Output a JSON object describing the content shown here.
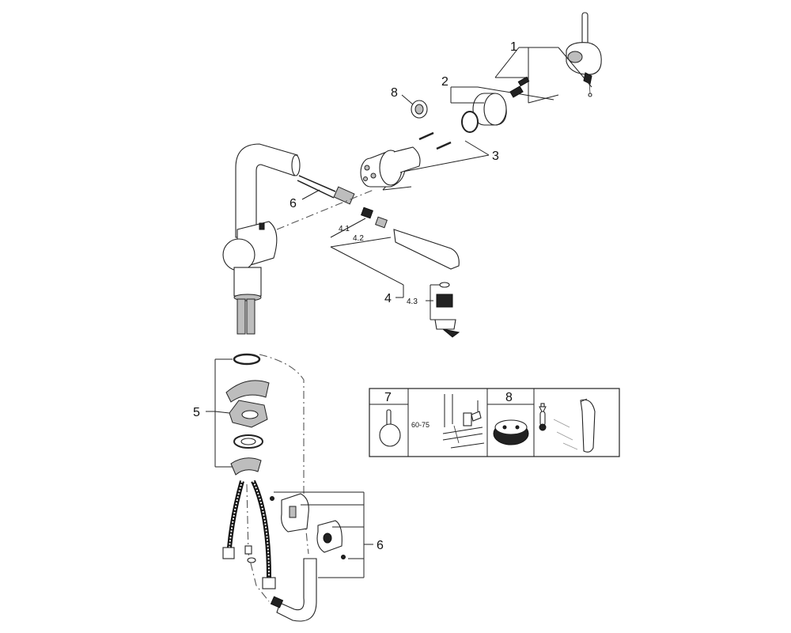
{
  "callouts": {
    "c1": "1",
    "c2": "2",
    "c3": "3",
    "c4": "4",
    "c41": "4.1",
    "c42": "4.2",
    "c43": "4.3",
    "c5": "5",
    "c6_spray": "6",
    "c6_bracket": "6",
    "c8": "8"
  },
  "info_panel": {
    "panel_7_label": "7",
    "panel_dim_text": "60-75",
    "panel_8_label": "8"
  }
}
